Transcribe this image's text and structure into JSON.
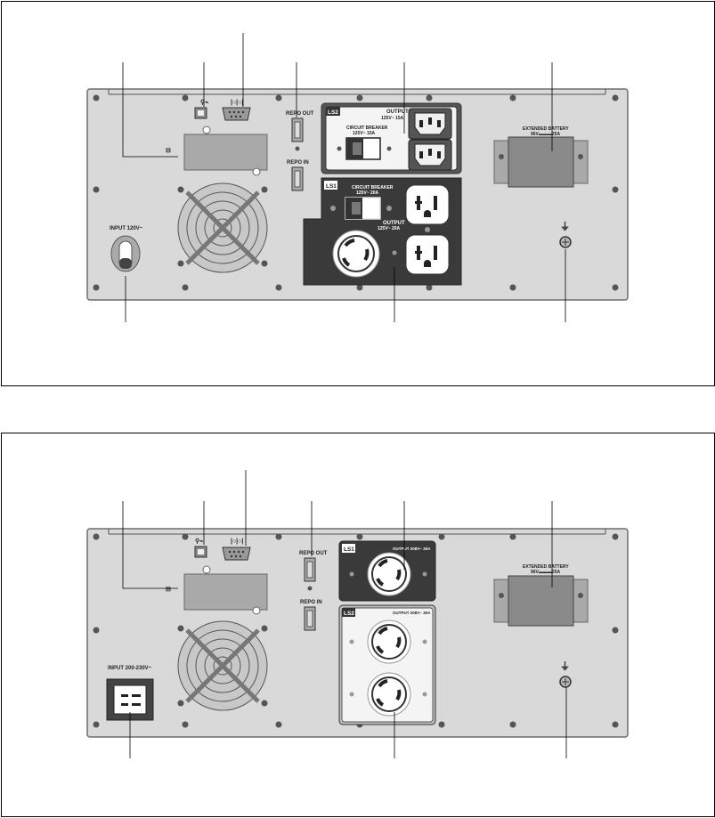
{
  "top_panel": {
    "rs232_port_label": "|○|○|",
    "repo_out_label": "REPO OUT",
    "repo_in_label": "REPO IN",
    "ls2_label": "LS2",
    "ls2_output_label": "OUTPUT",
    "ls2_output_rating": "125V~ 15A",
    "ls2_breaker_label": "CIRCUIT BREAKER",
    "ls2_breaker_rating": "125V~ 15A",
    "ls1_label": "LS1",
    "ls1_breaker_label": "CIRCUIT BREAKER",
    "ls1_breaker_rating": "125V~ 20A",
    "ls1_output_label": "OUTPUT",
    "ls1_output_rating": "125V~ 20A",
    "ebm_label": "EXTENDED BATTERY",
    "ebm_rating": "96V▬▬▬25A",
    "input_label": "INPUT 120V~",
    "ground_symbol": "⏚"
  },
  "bottom_panel": {
    "rs232_port_label": "|○|○|",
    "repo_out_label": "REPO OUT",
    "repo_in_label": "REPO IN",
    "ls1_label": "LS1",
    "ls1_output_label": "OUTPUT 208V~ 30A",
    "ls2_label": "LS2",
    "ls2_output_label": "OUTPUT 208V~ 30A",
    "ebm_label": "EXTENDED BATTERY",
    "ebm_rating": "96V▬▬▬25A",
    "input_label": "INPUT 200-230V~",
    "ground_symbol": "⏚"
  },
  "icons": {
    "usb": "usb-icon",
    "serial": "serial-port-icon",
    "fan": "fan-grille-icon",
    "ground": "ground-icon",
    "screw": "screw-icon"
  },
  "colors": {
    "panel": "#d9d9d9",
    "panel_border": "#6e6e6e",
    "dark_plate": "#3a3a3a",
    "card_slot": "#a9a9a9",
    "leader": "#000000"
  }
}
